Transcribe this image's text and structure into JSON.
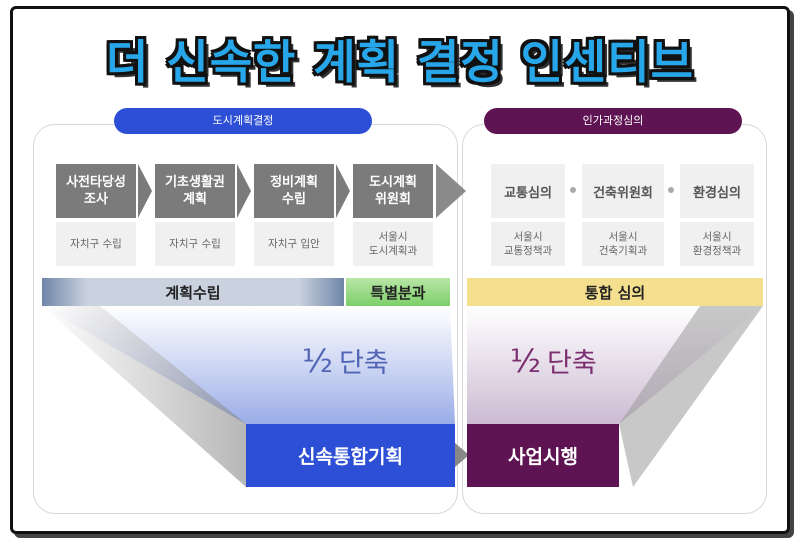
{
  "title": "더 신속한 계획 결정 인센티브",
  "left_section": {
    "label": "도시계획결정",
    "steps": [
      {
        "name": "사전타당성\n조사",
        "agency": "자치구 수립"
      },
      {
        "name": "기초생활권\n계획",
        "agency": "자치구 수립"
      },
      {
        "name": "정비계획\n수립",
        "agency": "자치구 입안"
      },
      {
        "name": "도시계획\n위원회",
        "agency": "서울시\n도시계획과"
      }
    ],
    "band_plan": "계획수립",
    "band_special": "특별분과",
    "reduction_fraction": "½",
    "reduction_text": "단축",
    "result": "신속통합기획"
  },
  "right_section": {
    "label": "인가과정심의",
    "steps": [
      {
        "name": "교통심의",
        "agency": "서울시\n교통정책과"
      },
      {
        "name": "건축위원회",
        "agency": "서울시\n건축기획과"
      },
      {
        "name": "환경심의",
        "agency": "서울시\n환경정책과"
      }
    ],
    "band_review": "통합 심의",
    "reduction_fraction": "½",
    "reduction_text": "단축",
    "result": "사업시행"
  },
  "colors": {
    "accent_blue": "#2d4fd6",
    "accent_purple": "#5e1352",
    "title_blue": "#27a7ea",
    "special_green": "#7dcf6a",
    "review_yellow": "#f4df8e"
  }
}
